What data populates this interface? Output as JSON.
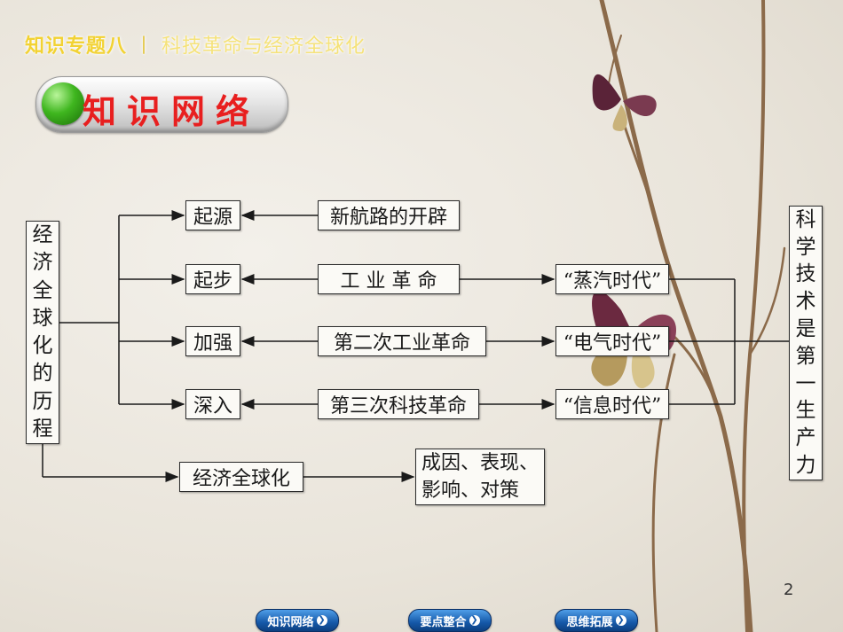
{
  "header": {
    "topic": "知识专题八",
    "separator": "丨",
    "subtitle": "科技革命与经济全球化"
  },
  "banner": {
    "title": "知识网络"
  },
  "diagram": {
    "root": "经济全球化的历程",
    "stages": [
      "起源",
      "起步",
      "加强",
      "深入"
    ],
    "causes": [
      "新航路的开辟",
      "工 业 革 命",
      "第二次工业革命",
      "第三次科技革命"
    ],
    "eras": [
      "“蒸汽时代”",
      "“电气时代”",
      "“信息时代”"
    ],
    "conclusion": "科学技术是第一生产力",
    "bottom_node": "经济全球化",
    "bottom_detail": "成因、表现、影响、对策"
  },
  "page_number": "2",
  "nav": {
    "buttons": [
      "知识网络",
      "要点整合",
      "思维拓展"
    ],
    "arrow_glyph": "❯"
  },
  "colors": {
    "header_yellow": "#f2d233",
    "banner_red": "#e81f1f",
    "ball_green": "#3fb61f",
    "nav_blue": "#1558a8"
  }
}
